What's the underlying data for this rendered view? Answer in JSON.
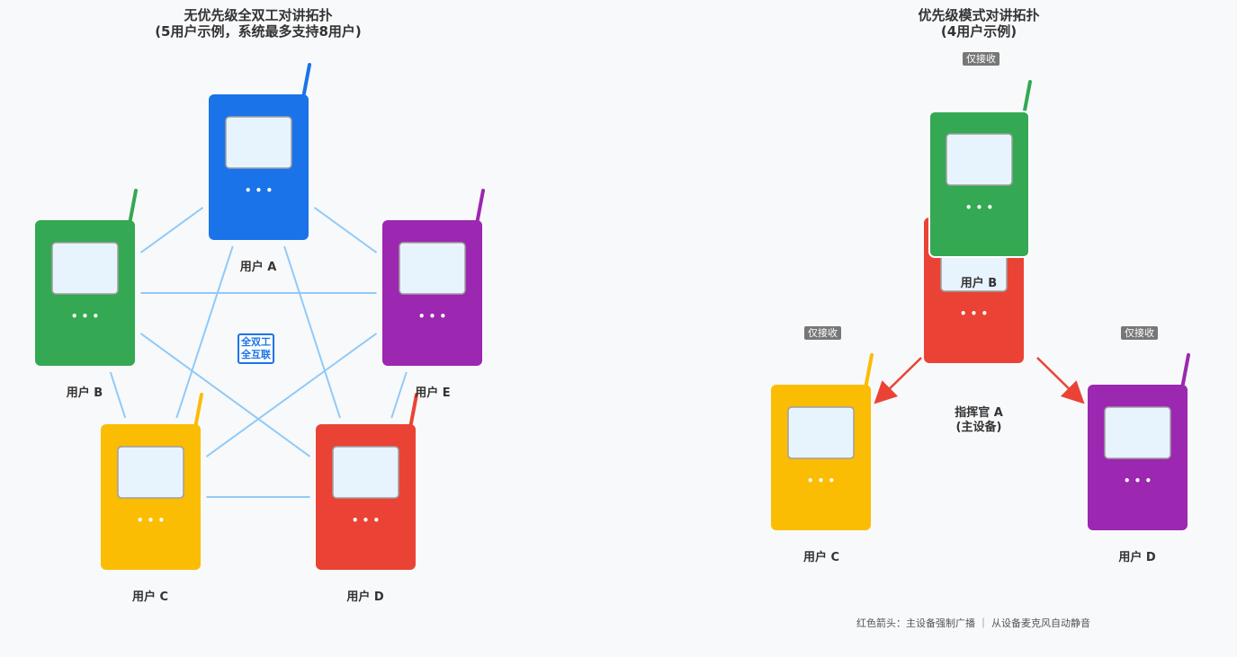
{
  "left_diagram": {
    "title_line1": "无优先级全双工对讲拓扑",
    "title_line2": "(5用户示例，系统最多支持8用户)",
    "center_tag_line1": "全双工",
    "center_tag_line2": "全互联",
    "users": [
      {
        "name": "用户 A",
        "color": "#1a73e8"
      },
      {
        "name": "用户 B",
        "color": "#34a853"
      },
      {
        "name": "用户 E",
        "color": "#9c27b0"
      },
      {
        "name": "用户 C",
        "color": "#fbbc04"
      },
      {
        "name": "用户 D",
        "color": "#ea4335"
      }
    ],
    "link_color": "#90caf9"
  },
  "right_diagram": {
    "title_line1": "优先级模式对讲拓扑",
    "title_line2": "(4用户示例)",
    "receive_only_label": "仅接收",
    "commander": {
      "name_line1": "指挥官 A",
      "name_line2": "(主设备)",
      "color": "#ea4335"
    },
    "users": [
      {
        "name": "用户 B",
        "color": "#34a853"
      },
      {
        "name": "用户 C",
        "color": "#fbbc04"
      },
      {
        "name": "用户 D",
        "color": "#9c27b0"
      }
    ],
    "arrow_color": "#ea4335",
    "footnote": "红色箭头：主设备强制广播 ｜ 从设备麦克风自动静音"
  },
  "device": {
    "button_dots": "• • •",
    "screen_color": "#e8f4fd"
  }
}
